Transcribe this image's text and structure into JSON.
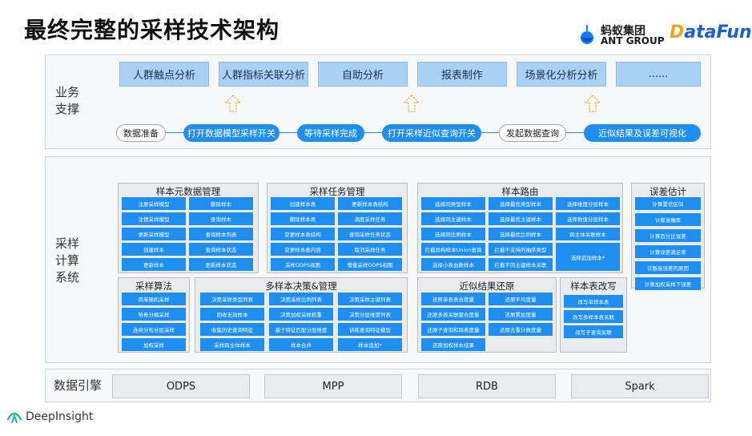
{
  "title": "最终完整的采样技术架构",
  "logos": {
    "ant_name": "蚂蚁集团",
    "ant_sub": "ANT GROUP",
    "datafun": "DataFun."
  },
  "business": {
    "label_line1": "业务",
    "label_line2": "支撑",
    "top_boxes": [
      "人群触点分析",
      "人群指标关联分析",
      "自助分析",
      "报表制作",
      "场景化分析分析",
      "......"
    ],
    "flow": [
      "数据准备",
      "打开数据模型采样开关",
      "等待采样完成",
      "打开采样近似查询开关",
      "发起数据查询",
      "近似结果及误差可视化"
    ]
  },
  "sampling": {
    "label_line1": "采样",
    "label_line2": "计算",
    "label_line3": "系统",
    "metadata": {
      "title": "样本元数据管理",
      "items": [
        "注册采样模型",
        "删除样本",
        "注销采样模型",
        "查询样本",
        "更新采样模型",
        "查询样本列表",
        "创建样本",
        "查询样本状态",
        "更新样本",
        "更新样本状态"
      ]
    },
    "task": {
      "title": "采样任务管理",
      "items": [
        "创建样本表",
        "更新样本表结构",
        "删除样本表",
        "调度采样任务",
        "变更样本表结构",
        "查询采样任务状态",
        "变更样本表内容",
        "取消采样任务",
        "采样ODPS视图",
        "增量采样ODPS视图"
      ]
    },
    "routing": {
      "title": "样本路由",
      "items": [
        "选择同类型样本",
        "选择最优类型样本",
        "选择维度分层样本",
        "选择同主键样本",
        "选择最优主键样本",
        "选择数值分层样本",
        "选择同比例样本",
        "选择最优比例样本",
        "跨主体关联样本",
        "拦截异构样本Union查询",
        "拦截不支持的抽序类型",
        "选择追加样本*",
        "选择小表血数样本",
        "拦截不同主键样本关联"
      ]
    },
    "error": {
      "title": "误差估计",
      "items": [
        "计算置信区间",
        "计算准确率",
        "计算百分比误差",
        "计算误差满足率",
        "诊断高误差的原因",
        "计算加权采样下误差"
      ]
    },
    "algorithm": {
      "title": "采样算法",
      "items": [
        "简单随机采样",
        "哈希分桶采样",
        "连续分布分层采样",
        "加权采样"
      ]
    },
    "decision": {
      "title": "多样本决策&管理",
      "items": [
        "决策采样类型列表",
        "决策采样比例列表",
        "决策采样主键列表",
        "回收无效样本",
        "决策加权采样权重",
        "决策分层维度列表",
        "收集历史查询特征",
        "基于特征匹配分层维度",
        "训练查询特征模型",
        "采样跨主体样本",
        "样本合并",
        "样本追加*"
      ]
    },
    "restore": {
      "title": "近似结果还原",
      "items": [
        "还原单表表合度量",
        "还原平均度量",
        "还原多表关联聚合度量",
        "还原累加度量",
        "还原子查询和跨表度量",
        "还原去重计数度量",
        "还原加权样本结果"
      ]
    },
    "rewrite": {
      "title": "样本表改写",
      "items": [
        "改写单样本表",
        "改写多样本表关联",
        "改写子查询关联"
      ]
    }
  },
  "engine": {
    "label": "数据引擎",
    "items": [
      "ODPS",
      "MPP",
      "RDB",
      "Spark"
    ]
  },
  "footer": {
    "brand": "DeepInsight"
  }
}
